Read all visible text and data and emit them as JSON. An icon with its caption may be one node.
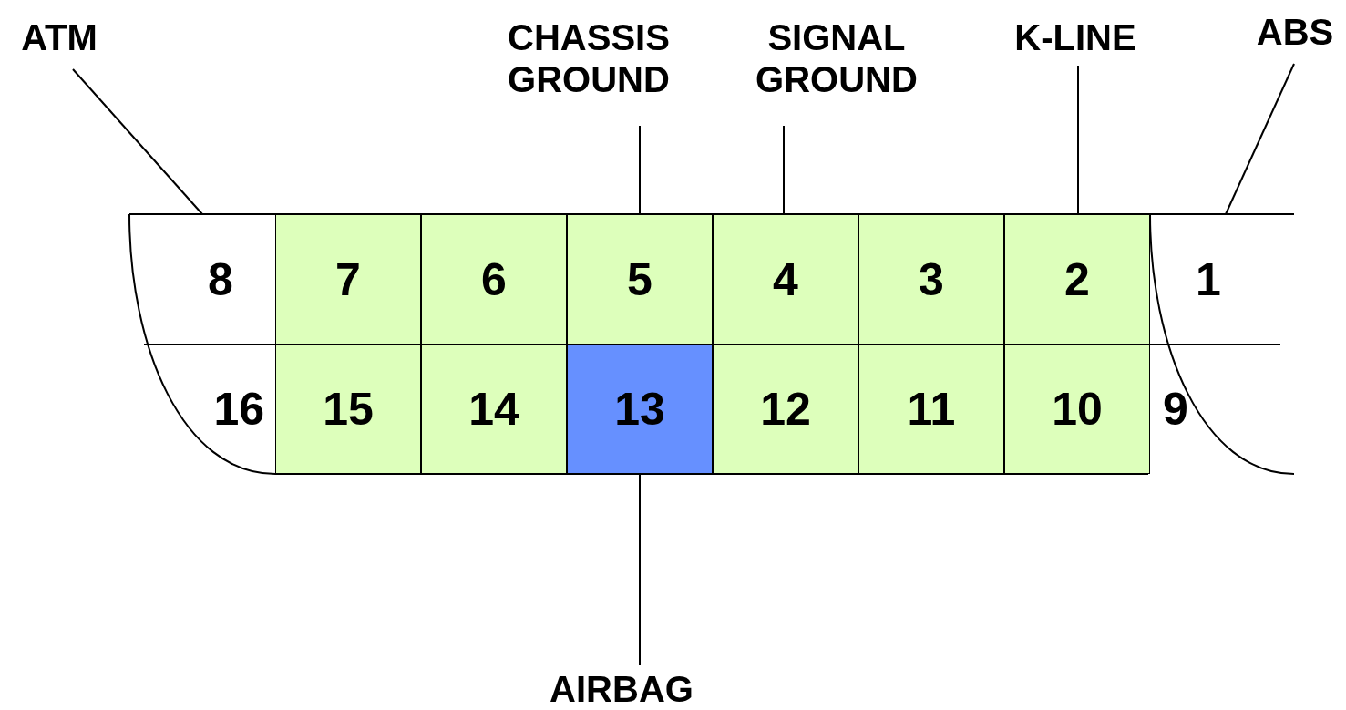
{
  "diagram": {
    "nodes": [
      {
        "text": [
          "ATM"
        ]
      },
      {
        "text": [
          "CHASSIS GROUND"
        ]
      },
      {
        "text": [
          "SIGNAL GROUND"
        ]
      },
      {
        "text": [
          "K-LINE"
        ]
      },
      {
        "text": [
          "ABS"
        ]
      },
      {
        "text": [
          "8"
        ]
      },
      {
        "text": [
          "7"
        ]
      },
      {
        "text": [
          "6"
        ]
      },
      {
        "text": [
          "5"
        ]
      },
      {
        "text": [
          "4"
        ]
      },
      {
        "text": [
          "3"
        ]
      },
      {
        "text": [
          "2"
        ]
      },
      {
        "text": [
          "1"
        ]
      },
      {
        "text": [
          "16"
        ]
      },
      {
        "text": [
          "15"
        ]
      },
      {
        "text": [
          "14"
        ]
      },
      {
        "text": [
          "13"
        ]
      },
      {
        "text": [
          "12"
        ]
      },
      {
        "text": [
          "11"
        ]
      },
      {
        "text": [
          "10"
        ]
      },
      {
        "text": [
          "9"
        ]
      },
      {
        "text": [
          "AIRBAG"
        ]
      }
    ],
    "edges": [
      {
        "from": 0,
        "to": 5,
        "arrow": "none"
      },
      {
        "from": 1,
        "to": 8,
        "arrow": "none"
      },
      {
        "from": 2,
        "to": 9,
        "arrow": "none"
      },
      {
        "from": 3,
        "to": 11,
        "arrow": "none"
      },
      {
        "from": 4,
        "to": 12,
        "arrow": "none"
      },
      {
        "from": 21,
        "to": 16,
        "arrow": "none"
      }
    ]
  }
}
